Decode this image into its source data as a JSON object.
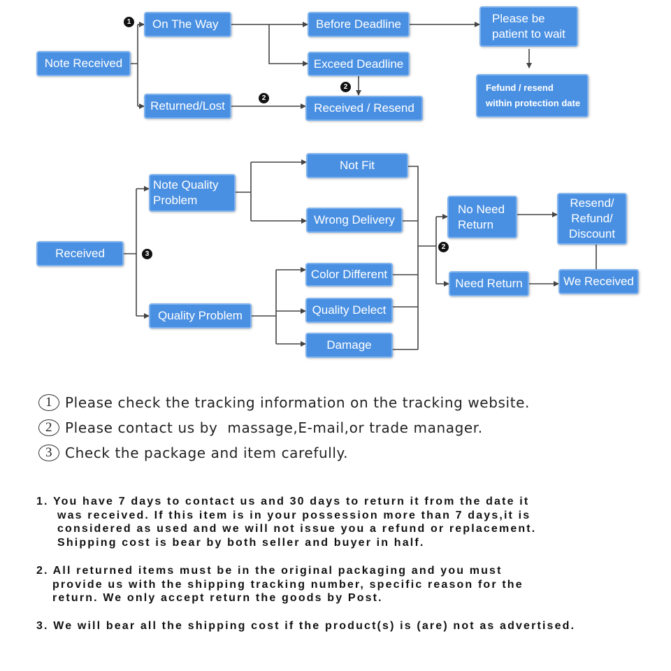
{
  "colors": {
    "node_fill": "#4a90e2",
    "node_border": "#7fb3ee",
    "line": "#444444",
    "marker": "#111111"
  },
  "flow1": {
    "note_received": "Note Received",
    "on_the_way": "On The Way",
    "returned_lost": "Returned/Lost",
    "before_deadline": "Before Deadline",
    "exceed_deadline": "Exceed Deadline",
    "received_resend": "Received / Resend",
    "patient_line1": "Please be",
    "patient_line2": "patient to wait",
    "refund_line1": "Fefund / resend",
    "refund_line2": "within protection date"
  },
  "flow2": {
    "received": "Received",
    "note_quality_line1": "Note Quality",
    "note_quality_line2": "Problem",
    "quality_problem": "Quality Problem",
    "not_fit": "Not Fit",
    "wrong_delivery": "Wrong Delivery",
    "color_different": "Color Different",
    "quality_delect": "Quality Delect",
    "damage": "Damage",
    "no_need_line1": "No Need",
    "no_need_line2": "Return",
    "need_return": "Need Return",
    "resend_line1": "Resend/",
    "resend_line2": "Refund/",
    "resend_line3": "Discount",
    "we_received": "We Received"
  },
  "markers": {
    "one": "1",
    "two": "2",
    "three": "3"
  },
  "notes": [
    {
      "num": "1",
      "text": "Please check the tracking information on the tracking website."
    },
    {
      "num": "2",
      "text": "Please contact us by  massage,E-mail,or trade manager."
    },
    {
      "num": "3",
      "text": "Check the package and item carefully."
    }
  ],
  "policies": {
    "p1_lines": [
      "1. You have 7 days to contact us and 30 days to return it from the date it",
      "was received. If this item is in your possession more than 7 days,it is",
      "considered as used and we will not issue you a refund or replacement.",
      "Shipping cost is bear by both seller and buyer in half."
    ],
    "p2_lines": [
      "2. All returned items must be in the original packaging and you must",
      "provide us with the shipping tracking number, specific reason for the",
      "return. We only accept return the goods by Post."
    ],
    "p3_lines": [
      "3. We will bear all the shipping cost if the product(s) is (are) not as advertised."
    ]
  }
}
